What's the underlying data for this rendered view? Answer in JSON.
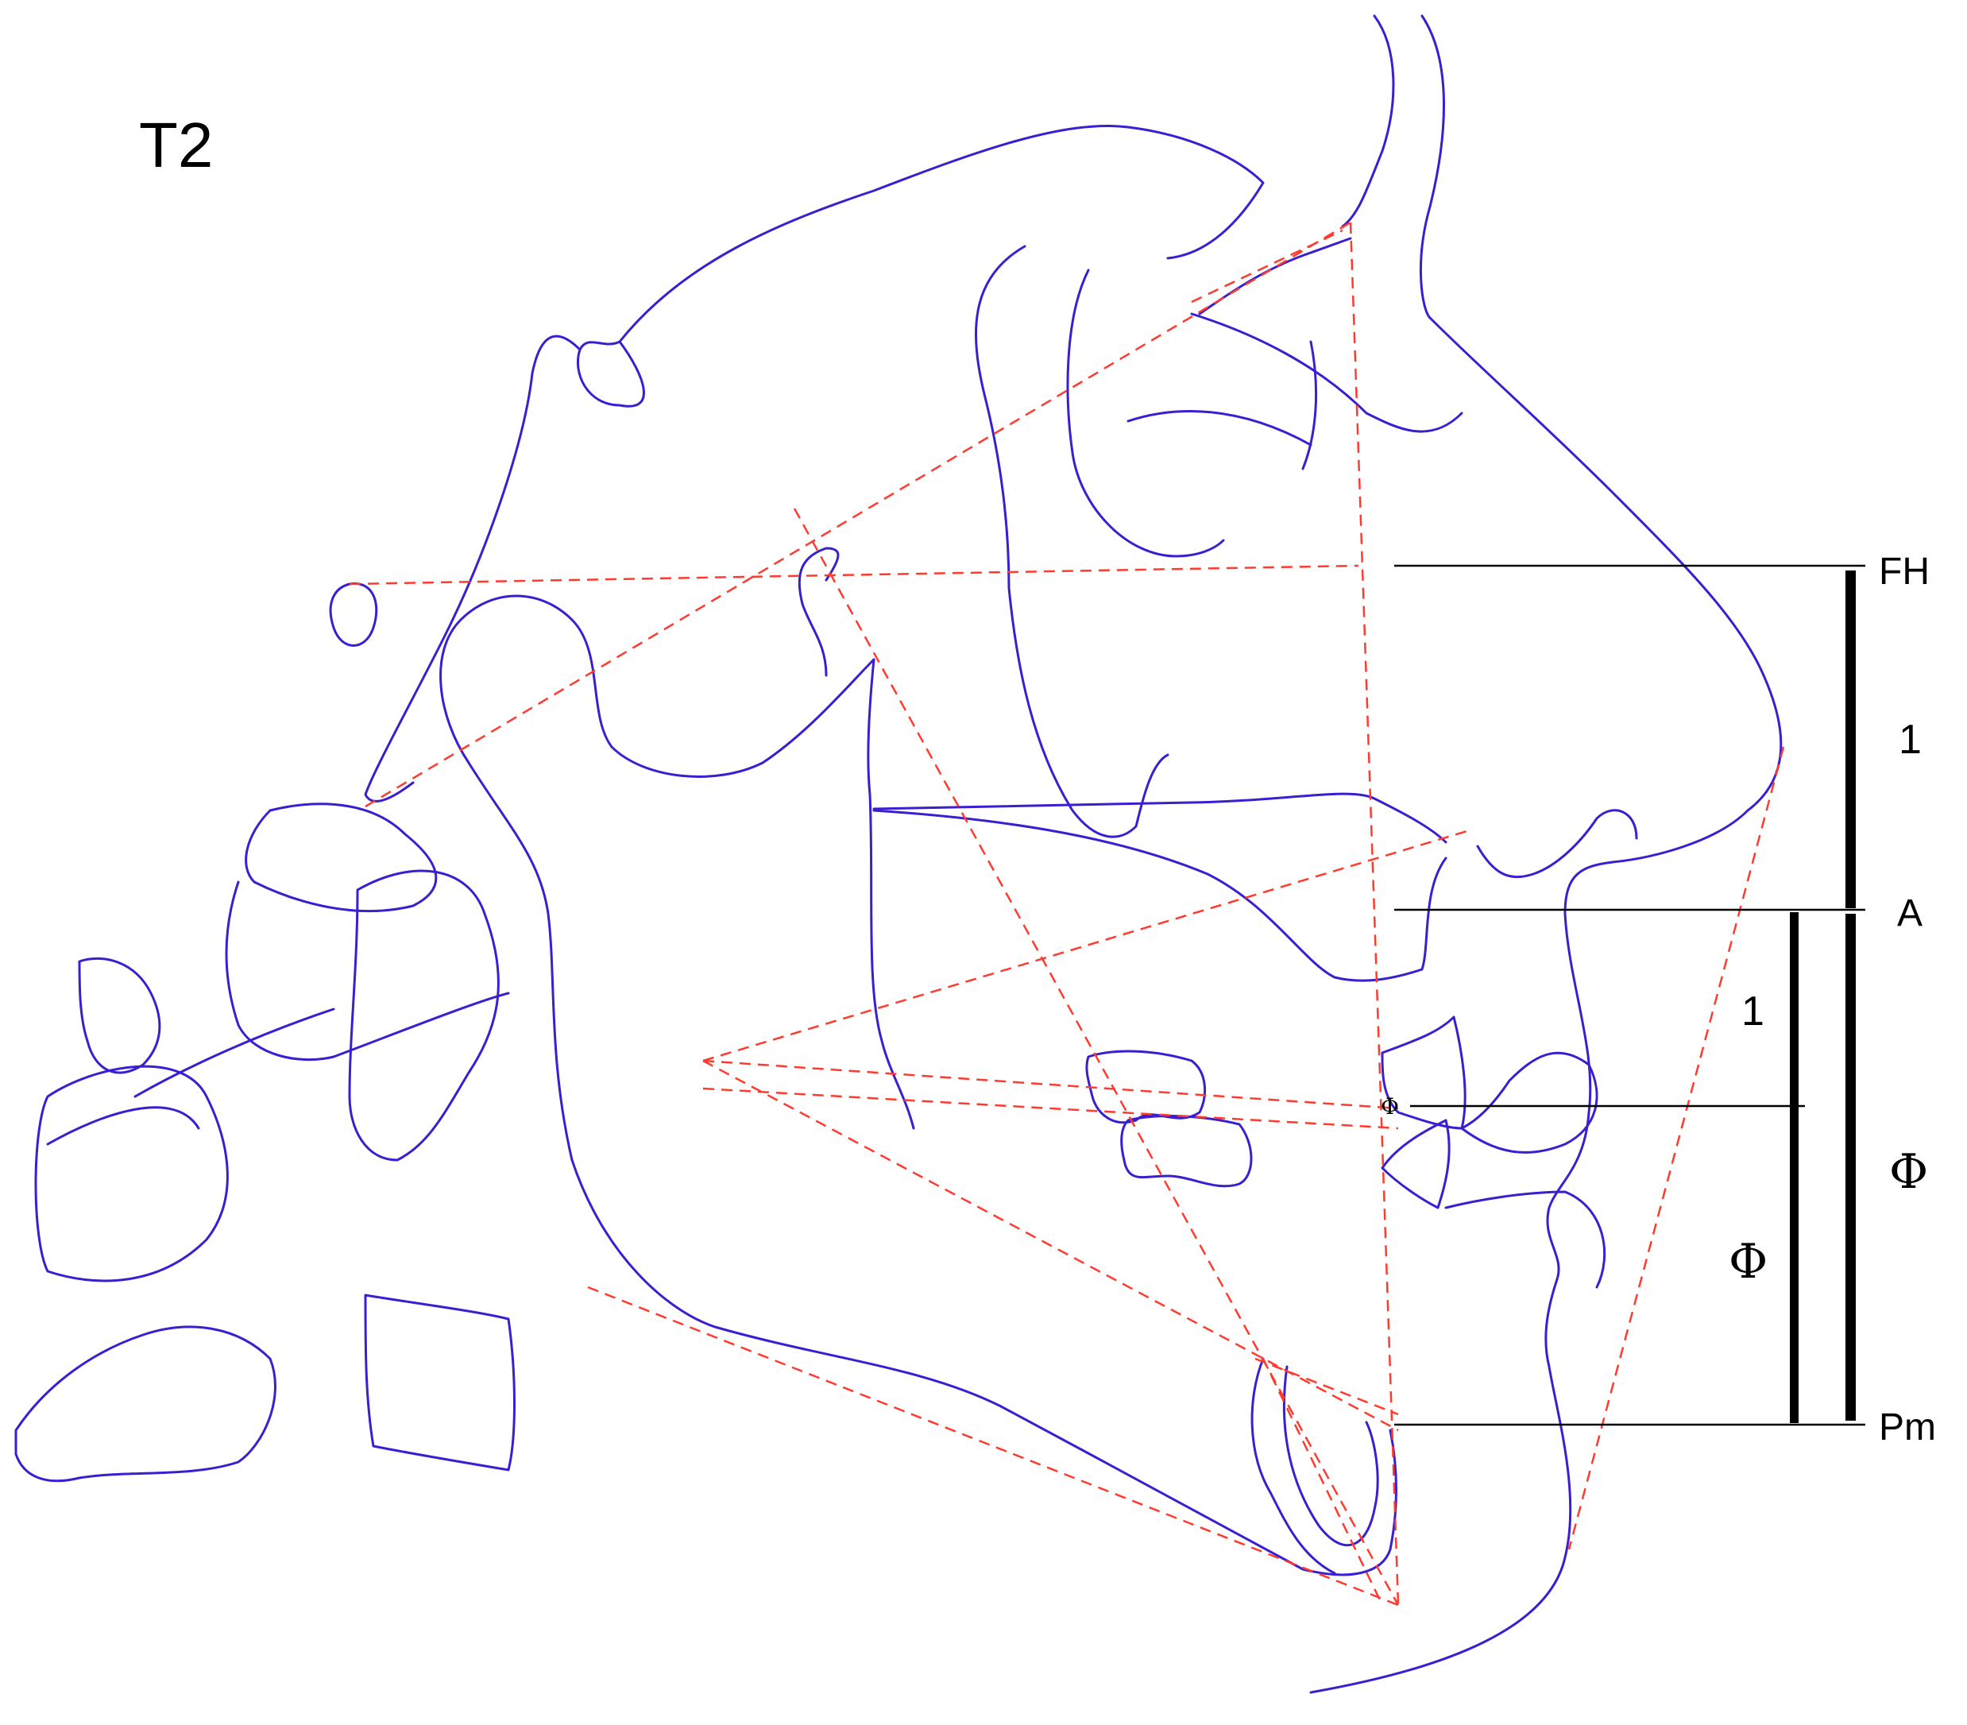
{
  "figure": {
    "panel_label": "T2"
  },
  "colors": {
    "trace": "#3a1fd1",
    "guide": "#ff3b2f",
    "reference": "#000000"
  },
  "scale": {
    "labels": {
      "fh": "FH",
      "a": "A",
      "pm": "Pm",
      "upper_segment": "1",
      "lower_segment": "Φ",
      "inner_upper": "1",
      "inner_lower": "Φ",
      "lip_marker": "Φ"
    }
  }
}
